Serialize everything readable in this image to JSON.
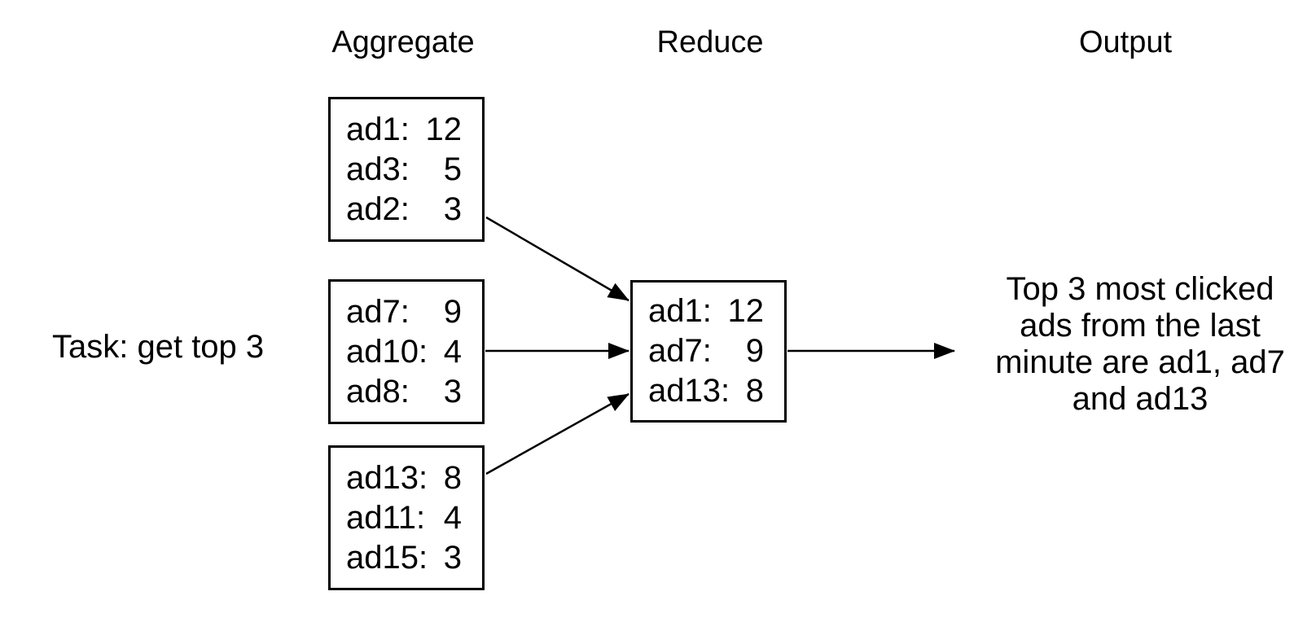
{
  "diagram": {
    "background": "#ffffff",
    "text_color": "#000000",
    "border_color": "#000000",
    "headers": {
      "aggregate": "Aggregate",
      "reduce": "Reduce",
      "output": "Output"
    },
    "task_label": "Task: get top 3",
    "aggregate_boxes": [
      {
        "rows": [
          {
            "key": "ad1:",
            "value": "12"
          },
          {
            "key": "ad3:",
            "value": "5"
          },
          {
            "key": "ad2:",
            "value": "3"
          }
        ]
      },
      {
        "rows": [
          {
            "key": "ad7:",
            "value": "9"
          },
          {
            "key": "ad10:",
            "value": "4"
          },
          {
            "key": "ad8:",
            "value": "3"
          }
        ]
      },
      {
        "rows": [
          {
            "key": "ad13:",
            "value": "8"
          },
          {
            "key": "ad11:",
            "value": "4"
          },
          {
            "key": "ad15:",
            "value": "3"
          }
        ]
      }
    ],
    "reduce_box": {
      "rows": [
        {
          "key": "ad1:",
          "value": "12"
        },
        {
          "key": "ad7:",
          "value": "9"
        },
        {
          "key": "ad13:",
          "value": "8"
        }
      ]
    },
    "output_lines": [
      "Top 3 most clicked",
      "ads from the last",
      "minute are ad1, ad7",
      "and ad13"
    ]
  }
}
